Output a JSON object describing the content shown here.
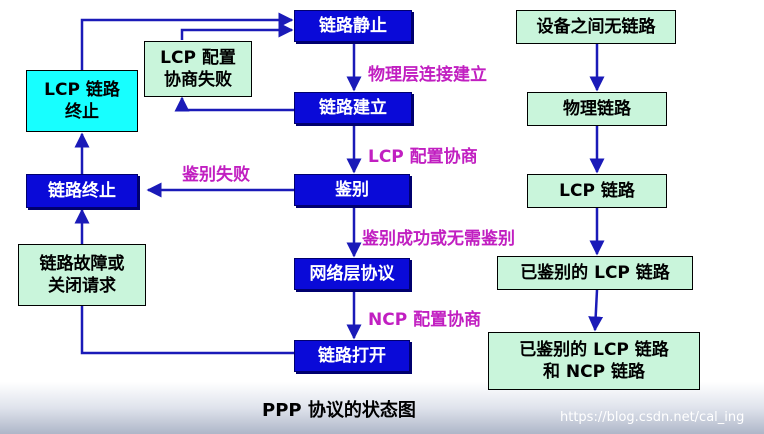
{
  "center": {
    "link_dead": "链路静止",
    "link_establish": "链路建立",
    "authenticate": "鉴别",
    "network_protocol": "网络层协议",
    "link_open": "链路打开"
  },
  "left": {
    "lcp_terminate": "LCP 链路\n终止",
    "lcp_config_fail": "LCP 配置\n协商失败",
    "link_terminate": "链路终止",
    "link_fault": "链路故障或\n关闭请求"
  },
  "labels": {
    "physical_up": "物理层连接建立",
    "lcp_negotiate": "LCP 配置协商",
    "auth_fail": "鉴别失败",
    "auth_ok": "鉴别成功或无需鉴别",
    "ncp_negotiate": "NCP 配置协商"
  },
  "right": {
    "no_link": "设备之间无链路",
    "physical_link": "物理链路",
    "lcp_link": "LCP 链路",
    "auth_lcp_link": "已鉴别的 LCP 链路",
    "auth_lcp_ncp_link": "已鉴别的 LCP 链路\n和 NCP 链路"
  },
  "title": "PPP 协议的状态图",
  "watermark": "https://blog.csdn.net/cal_ing"
}
